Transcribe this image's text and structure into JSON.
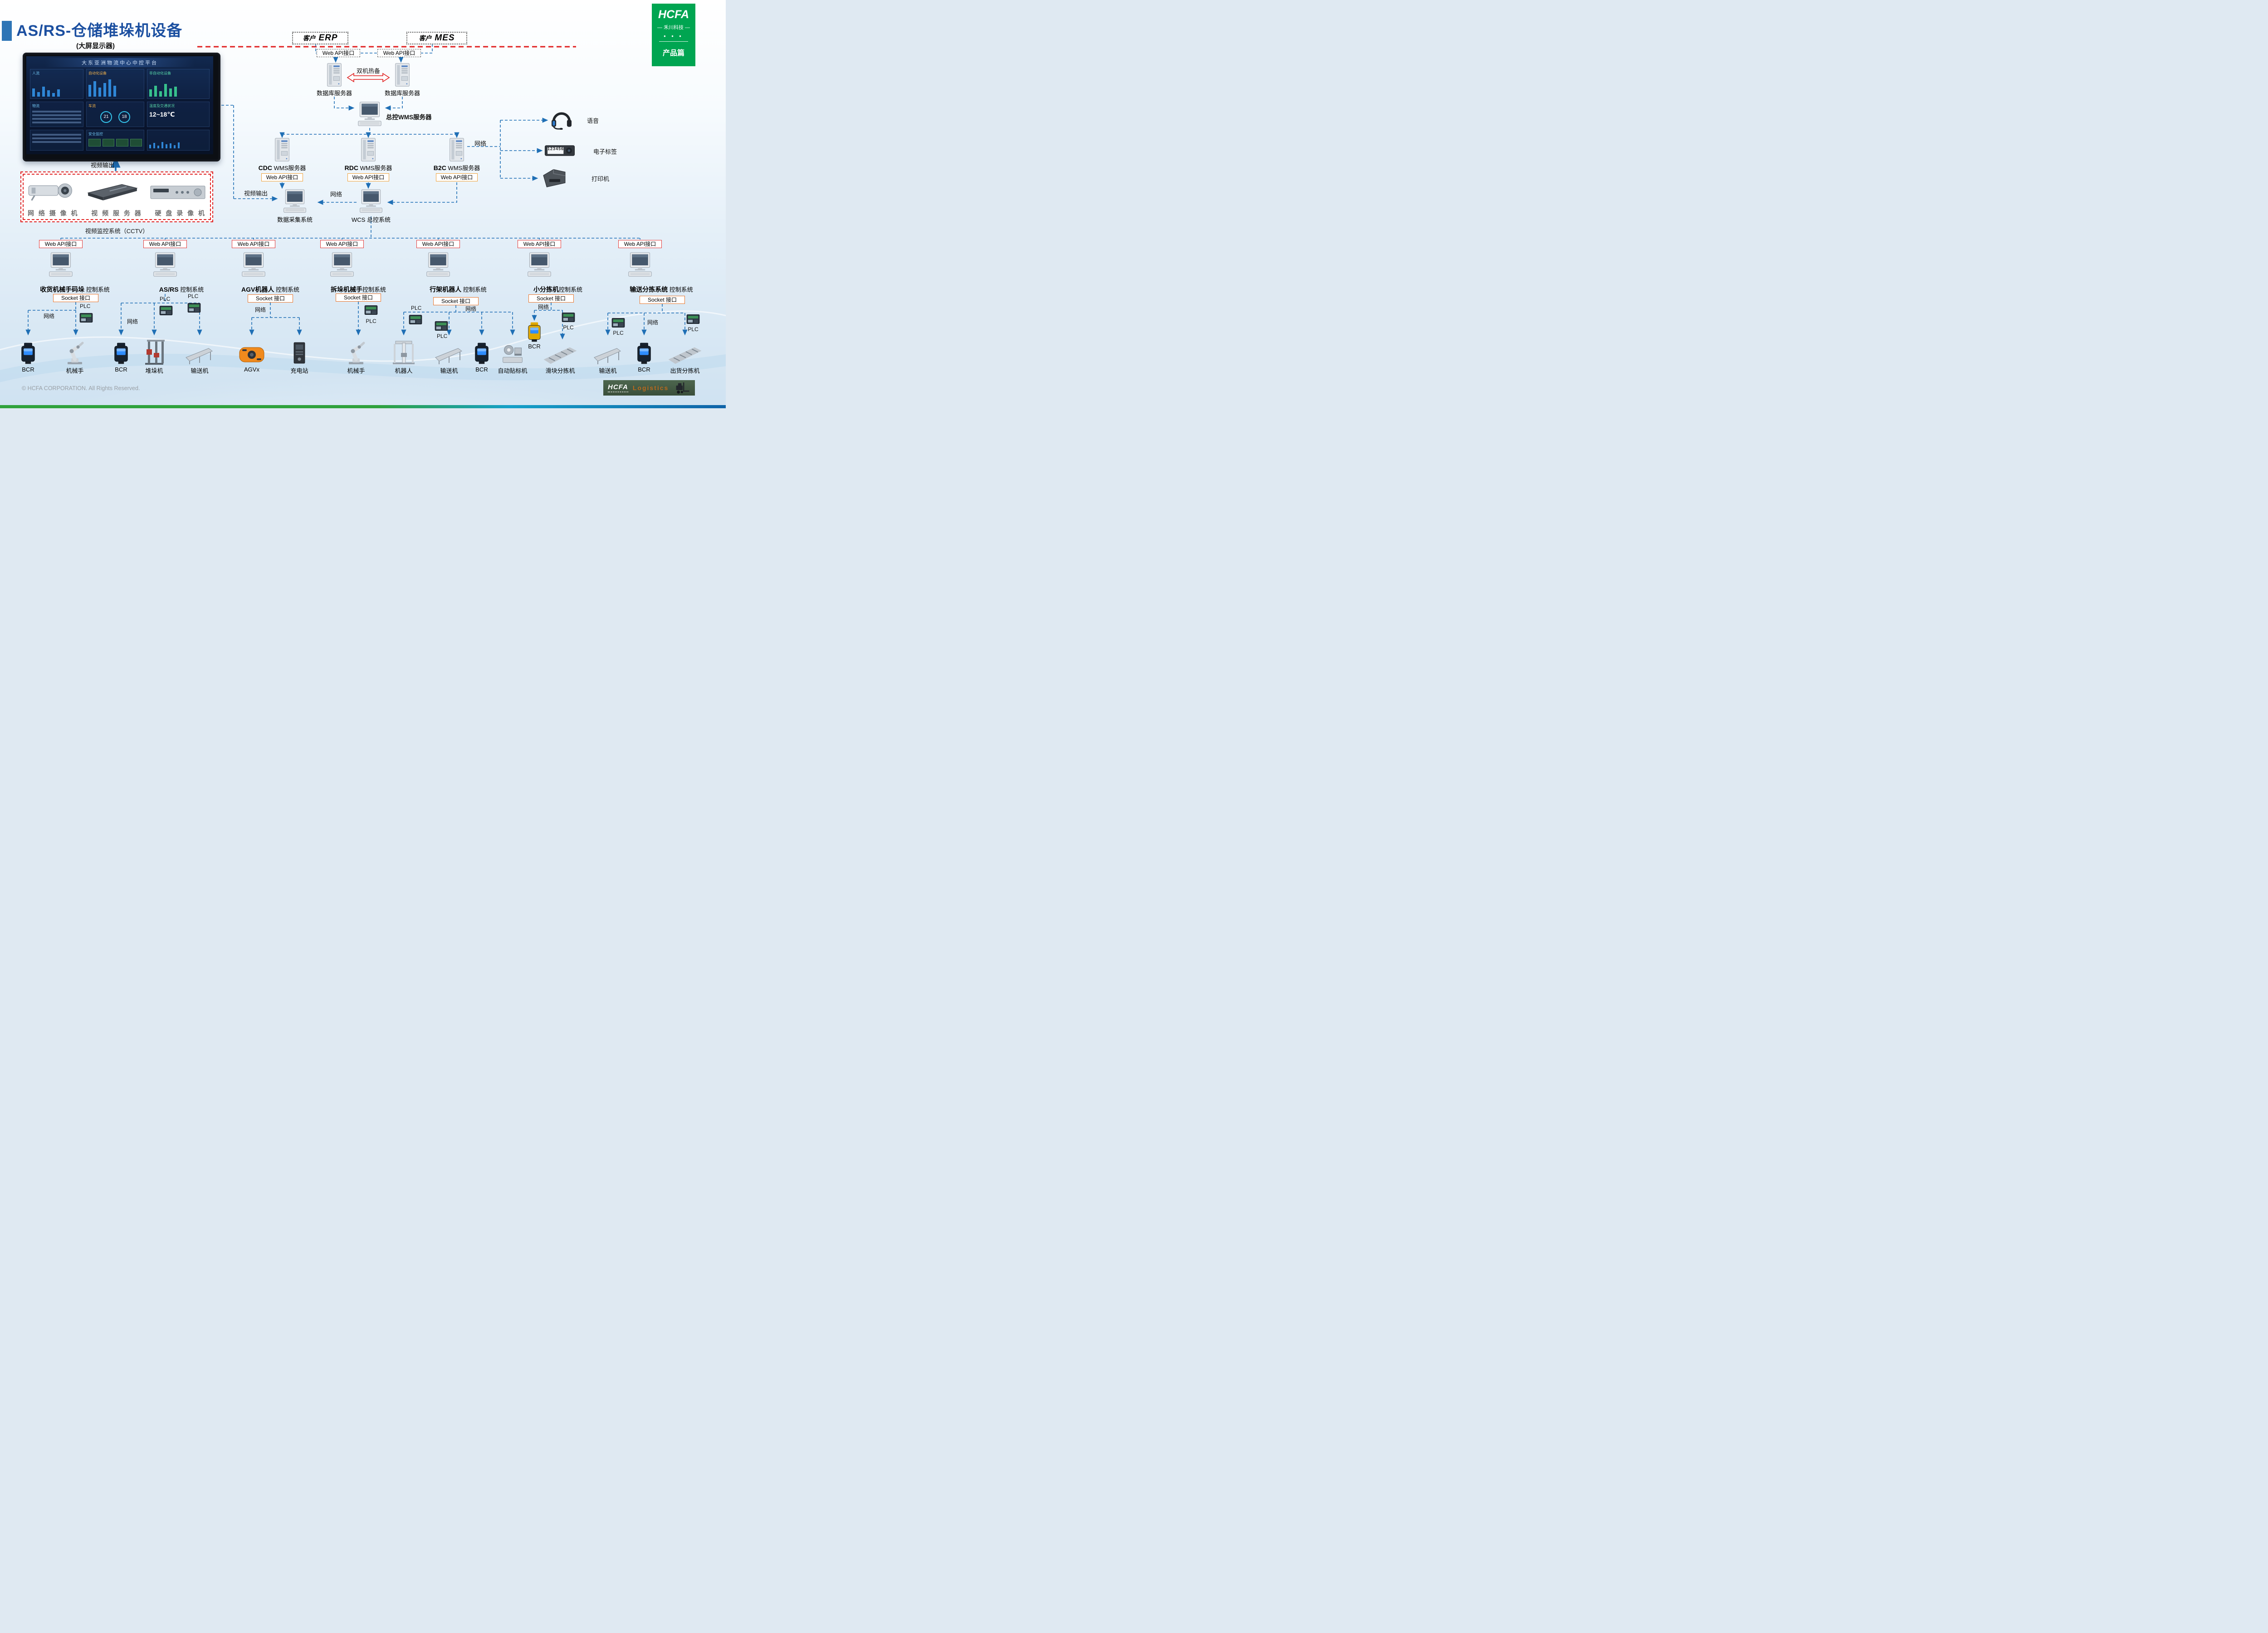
{
  "colors": {
    "title_blue": "#1b4fa0",
    "accent_blue": "#2e75b6",
    "wire_blue": "#1f6fb5",
    "line_red": "#e02020",
    "api_red_border": "#e23b3b",
    "api_orange_border": "#f0a23a",
    "socket_orange_border": "#e8762d",
    "brand_green": "#00a551",
    "footer_green": "#2fa23c",
    "footer_blue": "#0e63a8"
  },
  "header": {
    "title": "AS/RS-仓储堆垛机设备",
    "subtitle": "(大屏显示器)"
  },
  "brand": {
    "logo": "HCFA",
    "company": "— 禾川科技 —",
    "dots": "● ● ●",
    "section": "产品篇"
  },
  "top": {
    "erp_prefix": "客户",
    "erp_name": "ERP",
    "mes_prefix": "客户",
    "mes_name": "MES",
    "erp_api": "Web API接口",
    "mes_api": "Web API接口",
    "standby": "双机热备",
    "db_left": "数据库服务器",
    "db_right": "数据库服务器",
    "wms_master": "总控WMS服务器"
  },
  "wms": [
    {
      "bold": "CDC",
      "rest": " WMS服务器",
      "api": "Web API接口"
    },
    {
      "bold": "RDC",
      "rest": " WMS服务器",
      "api": "Web API接口"
    },
    {
      "bold": "B2C",
      "rest": " WMS服务器",
      "api": "Web API接口"
    }
  ],
  "peripherals": {
    "net": "网络",
    "voice": "语音",
    "etag": "电子标签",
    "etag_display": "123456",
    "printer": "打印机"
  },
  "screen": {
    "title": "大东亚洲物流中心中控平台",
    "panel_people": "人流",
    "panel_auto": "自动化设备",
    "panel_nonauto": "非自动化设备",
    "panel_logistics": "物流",
    "panel_vehicles": "车流",
    "panel_weather": "温度及交通状况",
    "temp": "12~18℃",
    "gauge1": "21",
    "gauge2": "18",
    "security": "安全监控"
  },
  "cctv": {
    "video_out": "视频输出",
    "camera": "网 络 摄 像 机",
    "video_server": "视 频 服 务 器",
    "dvr": "硬 盘 录 像 机",
    "caption": "视频监控系统（CCTV）"
  },
  "mid": {
    "video_out": "视频输出",
    "net": "网络",
    "daq": "数据采集系统",
    "wcs": "WCS 总控系统"
  },
  "systems": [
    {
      "api": "Web API接口",
      "bold": "收货机械手码垛",
      "rest": " 控制系统",
      "socket": "Socket 接口",
      "plc1": "PLC",
      "net": "网络"
    },
    {
      "api": "Web API接口",
      "bold": "AS/RS",
      "rest": " 控制系统",
      "plc1": "PLC",
      "plc2": "PLC",
      "net": "网络"
    },
    {
      "api": "Web API接口",
      "bold": "AGV机器人",
      "rest": " 控制系统",
      "socket": "Socket 接口",
      "net": "网络"
    },
    {
      "api": "Web API接口",
      "bold": "拆垛机械手",
      "rest": "控制系统",
      "socket": "Socket 接口",
      "plc1": "PLC"
    },
    {
      "api": "Web API接口",
      "bold": "行架机器人",
      "rest": " 控制系统",
      "socket": "Socket 接口",
      "plc1": "PLC",
      "plc2": "PLC",
      "net": "网络"
    },
    {
      "api": "Web API接口",
      "bold": "小分拣机",
      "rest": "控制系统",
      "socket": "Socket 接口",
      "plc1": "PLC",
      "net": "网络",
      "bcr": "BCR"
    },
    {
      "api": "Web API接口",
      "bold": "输送分拣系统",
      "rest": " 控制系统",
      "socket": "Socket 接口",
      "plc1": "PLC",
      "plc2": "PLC",
      "net": "网络"
    }
  ],
  "devices": [
    {
      "label": "BCR"
    },
    {
      "label": "机械手"
    },
    {
      "label": "BCR"
    },
    {
      "label": "堆垛机"
    },
    {
      "label": "输送机"
    },
    {
      "label": "AGVx"
    },
    {
      "label": "充电站"
    },
    {
      "label": "机械手"
    },
    {
      "label": "机器人"
    },
    {
      "label": "输送机"
    },
    {
      "label": "BCR"
    },
    {
      "label": "自动贴标机"
    },
    {
      "label": "滑块分拣机"
    },
    {
      "label": "输送机"
    },
    {
      "label": "BCR"
    },
    {
      "label": "出货分拣机"
    }
  ],
  "footer": {
    "copyright": "© HCFA CORPORATION. All Rights Reserved.",
    "badge_brand": "HCFA",
    "badge_text": "Logistics"
  }
}
